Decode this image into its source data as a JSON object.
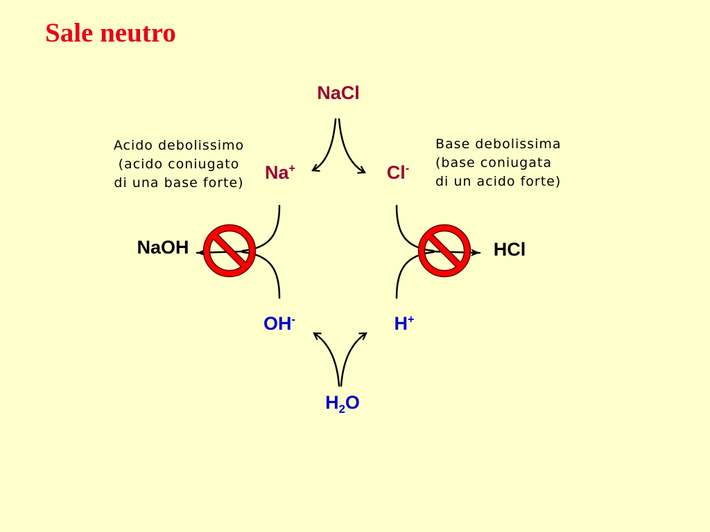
{
  "slide": {
    "title": "Sale neutro",
    "colors": {
      "background": "#FFFFCC",
      "title": "#E8001C",
      "salt_ions": "#990033",
      "water_ions": "#0000CC",
      "text": "#000000",
      "prohibition_sign": "#FF0000"
    }
  },
  "diagram": {
    "salt": "NaCl",
    "cation": {
      "symbol": "Na",
      "charge": "+"
    },
    "anion": {
      "symbol": "Cl",
      "charge": "-"
    },
    "hydroxide": {
      "symbol": "OH",
      "charge": "-"
    },
    "proton": {
      "symbol": "H",
      "charge": "+"
    },
    "water": {
      "symbol_1": "H",
      "subscript": "2",
      "symbol_2": "O"
    },
    "base_product": "NaOH",
    "acid_product": "HCl",
    "cation_note": [
      "Acido debolissimo",
      "(acido coniugato",
      "di una base forte)"
    ],
    "anion_note": [
      "Base debolissima",
      "(base coniugata",
      "di un acido forte)"
    ],
    "icons": {
      "blocked_base_formation": "prohibition-icon",
      "blocked_acid_formation": "prohibition-icon"
    }
  }
}
